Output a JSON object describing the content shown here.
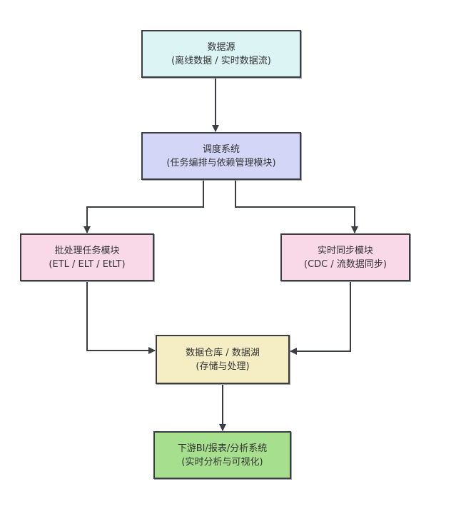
{
  "diagram": {
    "title": "数据处理架构流程图",
    "nodes": [
      {
        "id": "source",
        "title": "数据源",
        "subtitle": "(离线数据 / 实时数据流)",
        "fill": "#dcf4f4"
      },
      {
        "id": "scheduler",
        "title": "调度系统",
        "subtitle": "(任务编排与依赖管理模块)",
        "fill": "#d4d6f7"
      },
      {
        "id": "batch",
        "title": "批处理任务模块",
        "subtitle": "(ETL / ELT / EtLT)",
        "fill": "#f9d8e8"
      },
      {
        "id": "realtime",
        "title": "实时同步模块",
        "subtitle": "(CDC / 流数据同步)",
        "fill": "#f9d8e8"
      },
      {
        "id": "warehouse",
        "title": "数据仓库 / 数据湖",
        "subtitle": "(存储与处理)",
        "fill": "#f5eec4"
      },
      {
        "id": "bi",
        "title": "下游BI/报表/分析系统",
        "subtitle": "(实时分析与可视化)",
        "fill": "#a6e08e"
      }
    ],
    "edges": [
      {
        "from": "source",
        "to": "scheduler"
      },
      {
        "from": "scheduler",
        "to": "batch"
      },
      {
        "from": "scheduler",
        "to": "realtime"
      },
      {
        "from": "batch",
        "to": "warehouse"
      },
      {
        "from": "realtime",
        "to": "warehouse"
      },
      {
        "from": "warehouse",
        "to": "bi"
      }
    ],
    "line_color": "#3a3d42"
  }
}
